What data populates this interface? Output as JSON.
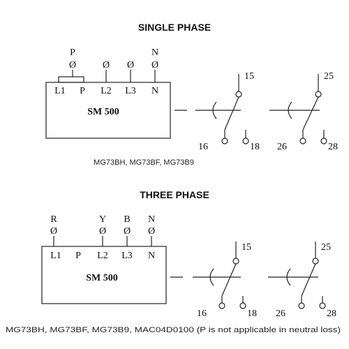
{
  "single_phase": {
    "title": "SINGLE PHASE",
    "terminal_labels": [
      "L1",
      "P",
      "L2",
      "L3",
      "N"
    ],
    "top_labels": [
      "P",
      "N"
    ],
    "device_label": "SM 500",
    "contact1": {
      "common": "15",
      "nc": "16",
      "no": "18"
    },
    "contact2": {
      "common": "25",
      "nc": "26",
      "no": "28"
    },
    "models": "MG73BH, MG73BF, MG73B9"
  },
  "three_phase": {
    "title": "THREE PHASE",
    "terminal_labels": [
      "L1",
      "P",
      "L2",
      "L3",
      "N"
    ],
    "top_labels": [
      "R",
      "Y",
      "B",
      "N"
    ],
    "device_label": "SM 500",
    "contact1": {
      "common": "15",
      "nc": "16",
      "no": "18"
    },
    "contact2": {
      "common": "25",
      "nc": "26",
      "no": "28"
    },
    "models": "MG73BH, MG73BF, MG73B9, MAC04D0100 (P is not applicable in neutral loss)"
  },
  "symbols": {
    "terminal": "Ø"
  }
}
